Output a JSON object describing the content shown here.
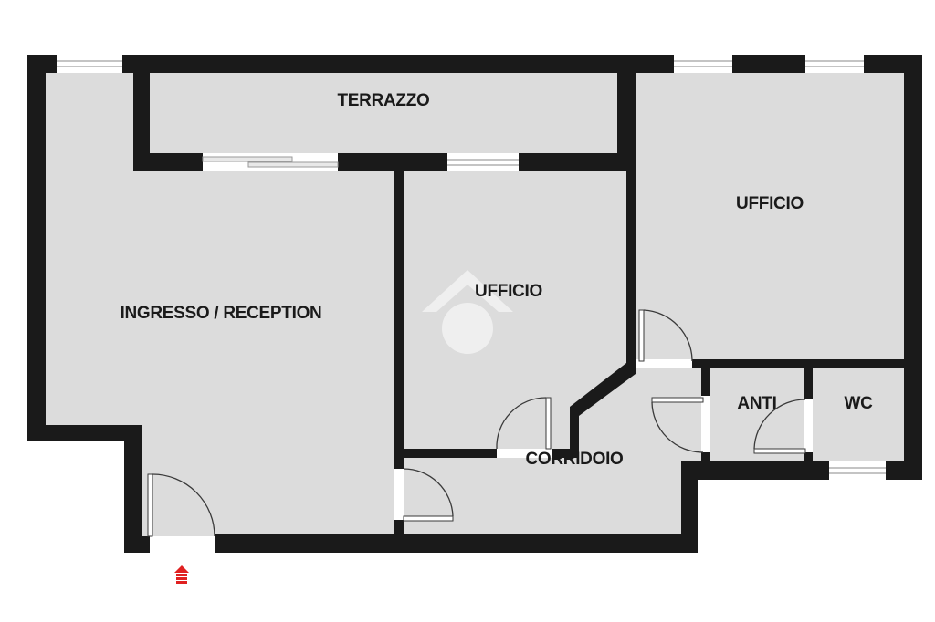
{
  "rooms": {
    "terrazzo": "TERRAZZO",
    "ingresso": "INGRESSO / RECEPTION",
    "ufficio_center": "UFFICIO",
    "ufficio_right": "UFFICIO",
    "corridoio": "CORRIDOIO",
    "anti": "ANTI",
    "wc": "WC"
  },
  "colors": {
    "wall": "#1a1a1a",
    "floor": "#dcdcdc",
    "window": "#ffffff",
    "door": "#ffffff",
    "entrance_arrow": "#e02020",
    "watermark": "#ffffff"
  },
  "icons": {
    "entrance": "entrance-arrow-icon",
    "watermark": "watermark-logo-icon"
  }
}
